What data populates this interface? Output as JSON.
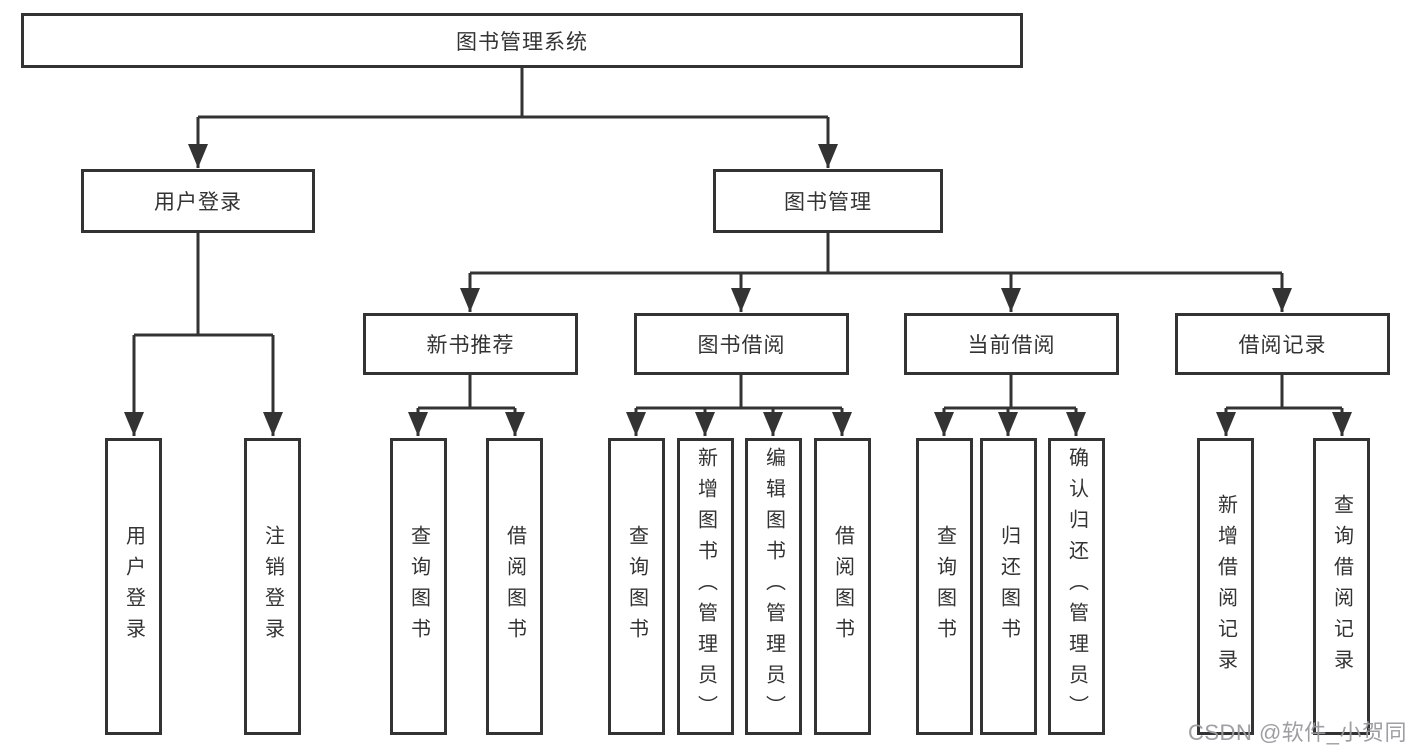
{
  "tree": {
    "label": "图书管理系统",
    "children": [
      {
        "label": "用户登录",
        "children": [
          {
            "label": "用户登录"
          },
          {
            "label": "注销登录"
          }
        ]
      },
      {
        "label": "图书管理",
        "children": [
          {
            "label": "新书推荐",
            "children": [
              {
                "label": "查询图书"
              },
              {
                "label": "借阅图书"
              }
            ]
          },
          {
            "label": "图书借阅",
            "children": [
              {
                "label": "查询图书"
              },
              {
                "label": "新增图书（管理员）"
              },
              {
                "label": "编辑图书（管理员）"
              },
              {
                "label": "借阅图书"
              }
            ]
          },
          {
            "label": "当前借阅",
            "children": [
              {
                "label": "查询图书"
              },
              {
                "label": "归还图书"
              },
              {
                "label": "确认归还（管理员）"
              }
            ]
          },
          {
            "label": "借阅记录",
            "children": [
              {
                "label": "新增借阅记录"
              },
              {
                "label": "查询借阅记录"
              }
            ]
          }
        ]
      }
    ]
  },
  "watermark": {
    "text": "CSDN @软件_小贺同学"
  },
  "colors": {
    "line": "#333333",
    "text": "#333333",
    "box_background": "#ffffff",
    "page_background": "#ffffff",
    "watermark": "#9a9a9e"
  }
}
